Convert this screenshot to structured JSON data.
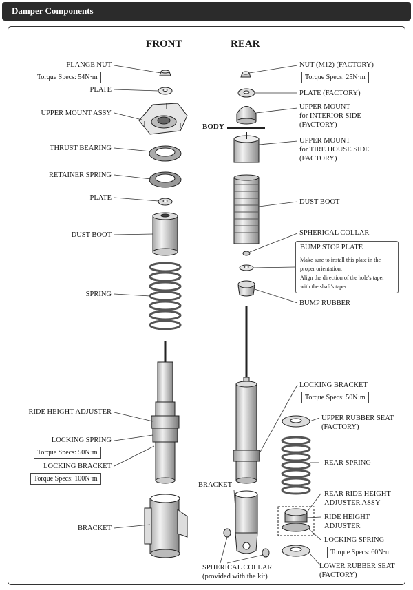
{
  "header": {
    "title": "Damper Components"
  },
  "front": {
    "title": "FRONT",
    "flange_nut": "FLANGE NUT",
    "flange_torque": "Torque Specs: 54N·m",
    "plate_top": "PLATE",
    "upper_mount": "UPPER MOUNT ASSY",
    "thrust_bearing": "THRUST BEARING",
    "retainer_spring": "RETAINER SPRING",
    "plate_mid": "PLATE",
    "dust_boot": "DUST BOOT",
    "spring": "SPRING",
    "ride_height_adjuster": "RIDE HEIGHT ADJUSTER",
    "locking_spring": "LOCKING SPRING",
    "locking_spring_torque": "Torque Specs: 50N·m",
    "locking_bracket": "LOCKING BRACKET",
    "locking_bracket_torque": "Torque Specs: 100N·m",
    "bracket": "BRACKET"
  },
  "rear": {
    "title": "REAR",
    "body": "BODY",
    "nut": "NUT (M12) (FACTORY)",
    "nut_torque": "Torque Specs: 25N·m",
    "plate": "PLATE (FACTORY)",
    "upper_mount_interior": [
      "UPPER MOUNT",
      "for INTERIOR SIDE",
      "(FACTORY)"
    ],
    "upper_mount_tire": [
      "UPPER MOUNT",
      "for TIRE HOUSE SIDE",
      "(FACTORY)"
    ],
    "dust_boot": "DUST BOOT",
    "spherical_collar": "SPHERICAL COLLAR",
    "bump_stop_plate": {
      "title": "BUMP STOP PLATE",
      "notes": [
        "Make sure to install this plate in the",
        "proper orientation.",
        "Align the direction of the hole's taper",
        "with the shaft's taper."
      ]
    },
    "bump_rubber": "BUMP RUBBER",
    "locking_bracket": "LOCKING BRACKET",
    "locking_bracket_torque": "Torque Specs: 50N·m",
    "upper_rubber_seat": [
      "UPPER RUBBER SEAT",
      "(FACTORY)"
    ],
    "rear_spring": "REAR SPRING",
    "bracket": "BRACKET",
    "rear_ride_height_adjuster_assy": [
      "REAR RIDE HEIGHT",
      "ADJUSTER ASSY"
    ],
    "ride_height_adjuster": [
      "RIDE HEIGHT",
      "ADJUSTER"
    ],
    "locking_spring": "LOCKING SPRING",
    "locking_spring_torque": "Torque Specs: 60N·m",
    "lower_rubber_seat": [
      "LOWER RUBBER SEAT",
      "(FACTORY)"
    ],
    "spherical_collar_kit": [
      "SPHERICAL COLLAR",
      "(provided with the kit)"
    ]
  }
}
